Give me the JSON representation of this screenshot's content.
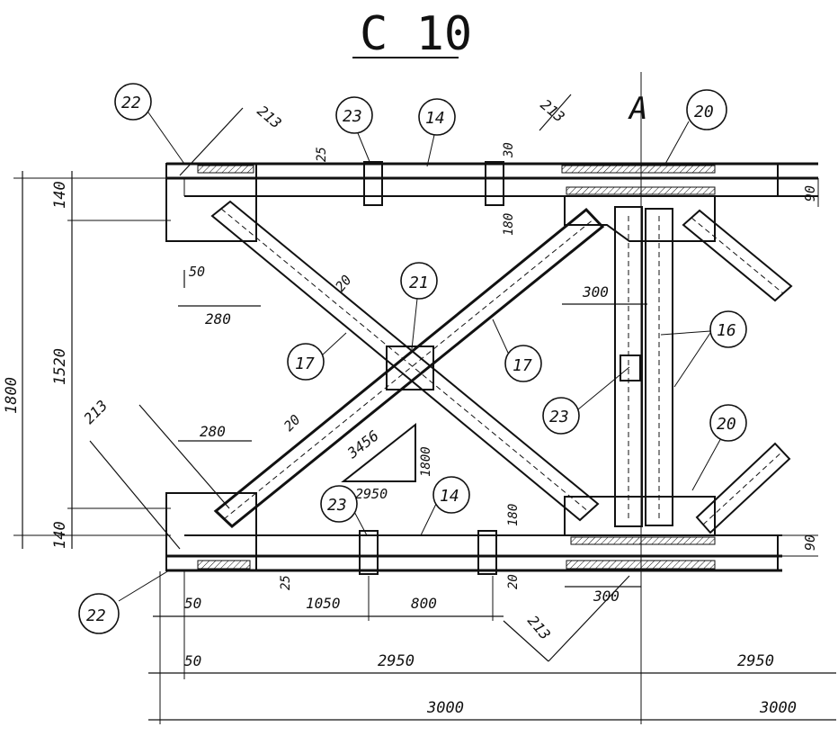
{
  "title": "С 10",
  "callouts": {
    "c22_top": "22",
    "c23_top": "23",
    "c14_top": "14",
    "c20_top": "20",
    "c21": "21",
    "c17_left": "17",
    "c17_right": "17",
    "c16": "16",
    "c23_mid": "23",
    "c20_mid": "20",
    "c23_bottom": "23",
    "c14_bottom": "14",
    "c22_bottom": "22"
  },
  "dimensions": {
    "d213_tl": "213",
    "d213_tr": "213",
    "d213_bl": "213",
    "d213_br": "213",
    "d25_top": "25",
    "d30_top": "30",
    "d180_top": "180",
    "d90_top": "90",
    "d140_top": "140",
    "d1800": "1800",
    "d1520": "1520",
    "d140_bot": "140",
    "d50_left": "50",
    "d280_top": "280",
    "d20_upper": "20",
    "d300_top": "300",
    "d280_bot": "280",
    "d20_lower": "20",
    "d3456": "3456",
    "d1800_tri": "1800",
    "d2950_tri": "2950",
    "d180_bot": "180",
    "d90_bot": "90",
    "d25_bot": "25",
    "d20_bot": "20",
    "d300_bot": "300",
    "d50_bot": "50",
    "d1050": "1050",
    "d800": "800",
    "d50_lower": "50",
    "d2950_left": "2950",
    "d2950_right": "2950",
    "d3000_left": "3000",
    "d3000_right": "3000"
  },
  "axis_mark": "А"
}
